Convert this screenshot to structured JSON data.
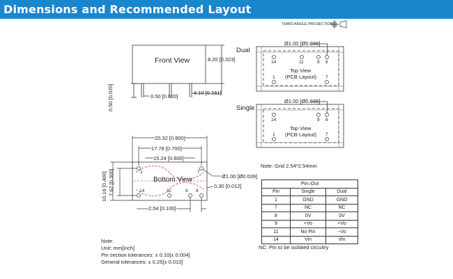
{
  "header": {
    "title": "Dimensions and Recommended Layout"
  },
  "projection_label": "THIRD ANGLE PROJECTION",
  "front_view": {
    "label": "Front View",
    "height": "8.20 [0.323]",
    "pin_len": "0.50 [0.020]",
    "pitch": "0.50 [0.020]",
    "side": "4.10 [0.161]"
  },
  "dual": {
    "label": "Dual",
    "hole": "Ø1.00 [Ø0.039]",
    "view": "Top View",
    "sub": "(PCB Layout)",
    "pins": [
      "14",
      "11",
      "9",
      "8",
      "1",
      "7"
    ]
  },
  "single": {
    "label": "Single",
    "hole": "Ø1.00 [Ø0.039]",
    "view": "Top View",
    "sub": "(PCB Layout)",
    "pins": [
      "14",
      "9",
      "8",
      "1",
      "7"
    ]
  },
  "bottom_view": {
    "label": "Bottom View",
    "w1": "20.32 [0.800]",
    "w2": "17.78 [0.700]",
    "w3": "15.24 [0.600]",
    "h1": "10.16 [0.400]",
    "h2": "7.62 [0.300]",
    "hole": "Ø1.00 [Ø0.039]",
    "edge": "0.30 [0.012]",
    "pitch": "2.54 [0.100]",
    "pins": [
      "1",
      "7",
      "14",
      "11",
      "9",
      "8"
    ]
  },
  "grid_note": "Note: Grid 2.54*2.54mm",
  "pinout": {
    "title": "Pin–Out",
    "headers": [
      "Pin",
      "Single",
      "Dual"
    ],
    "rows": [
      [
        "1",
        "GND",
        "GND"
      ],
      [
        "7",
        "NC",
        "NC"
      ],
      [
        "8",
        "0V",
        "0V"
      ],
      [
        "9",
        "+Vo",
        "+Vo"
      ],
      [
        "11",
        "No Pin",
        "−Vo"
      ],
      [
        "14",
        "Vin",
        "Vin"
      ]
    ]
  },
  "nc_note": "NC: Pin to be isolated circuitry",
  "notes": [
    "Note:",
    "Unit: mm[inch]",
    "Pin section tolerances:  ± 0.10[± 0.004]",
    "General tolerances:  ± 0.25[± 0.010]"
  ],
  "colors": {
    "header": "#1a86cc",
    "dash": "#c0392b"
  }
}
